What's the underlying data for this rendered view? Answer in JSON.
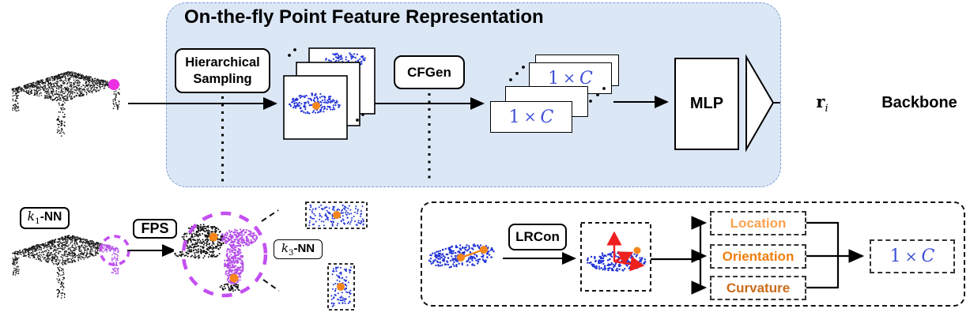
{
  "title": "On-the-fly Point Feature Representation",
  "top": {
    "hierarchical_sampling": [
      "Hierarchical",
      "Sampling"
    ],
    "cfgen": "CFGen",
    "mlp": "MLP",
    "feature_dim": {
      "one": "1",
      "times": "×",
      "c": "C"
    }
  },
  "output": {
    "r": "r",
    "r_sub": "i",
    "backbone": "Backbone"
  },
  "bottom_left": {
    "k1_label": {
      "k": "k",
      "sub": "1",
      "rest": "-NN"
    },
    "fps": "FPS",
    "k3_label": {
      "k": "k",
      "sub": "3",
      "rest": "-NN"
    }
  },
  "bottom_right": {
    "lrcon": "LRCon",
    "branches": [
      {
        "label": "Location",
        "color": "#f9a24f"
      },
      {
        "label": "Orientation",
        "color": "#f07d0c"
      },
      {
        "label": "Curvature",
        "color": "#cb6a16"
      }
    ],
    "feature_dim": {
      "one": "1",
      "times": "×",
      "c": "C"
    }
  },
  "colors": {
    "panel_fill": "#dce7f6",
    "panel_border": "#7e9ed6",
    "point_blue": "#2133d6",
    "math_blue": "#3c4ed6",
    "orange": "#f5861c",
    "magenta": "#ee2ee2",
    "violet": "#b44ce8",
    "circle_violet": "#c44ff0",
    "red": "#ee1f1f",
    "ink": "#1a1a1a"
  }
}
